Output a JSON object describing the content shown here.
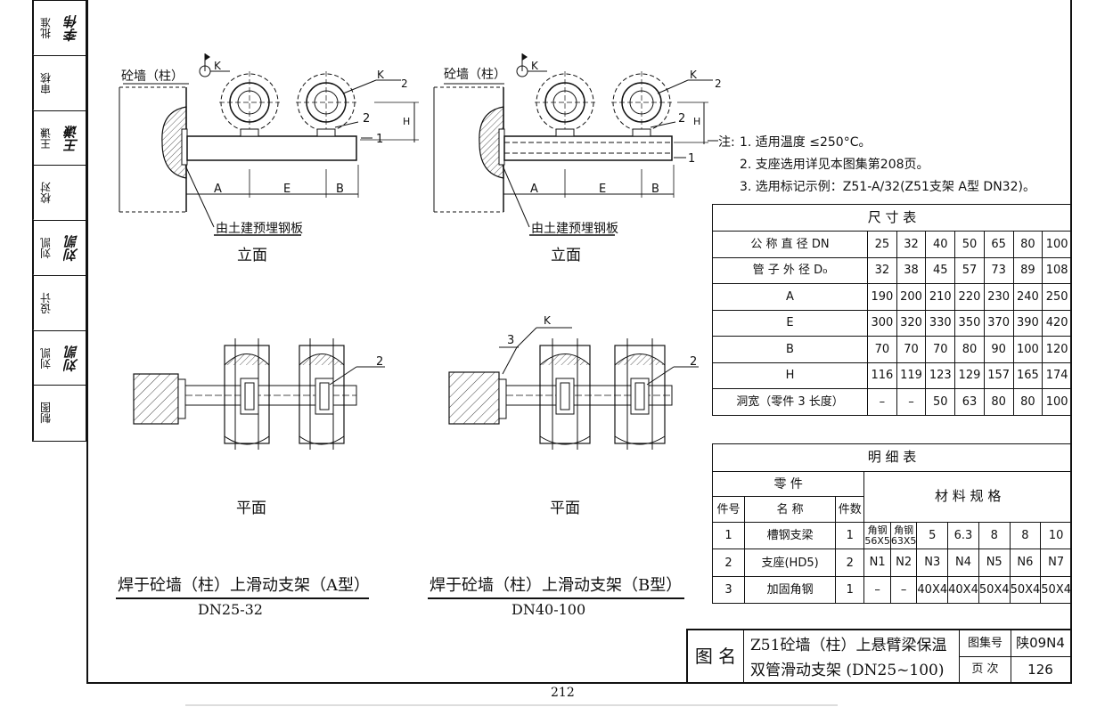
{
  "side_block": {
    "rows": [
      {
        "role": "批准",
        "name": "李伟",
        "signature": true
      },
      {
        "role": "审核",
        "name": "",
        "signature": false
      },
      {
        "role": "王谦",
        "name": "王谦",
        "signature": true
      },
      {
        "role": "校对",
        "name": "",
        "signature": false
      },
      {
        "role": "刘凯",
        "name": "刘凯",
        "signature": true
      },
      {
        "role": "设计",
        "name": "",
        "signature": false
      },
      {
        "role": "刘凯",
        "name": "刘凯",
        "signature": true
      },
      {
        "role": "制图",
        "name": "",
        "signature": false
      }
    ]
  },
  "drawing_a": {
    "wall_label": "砼墙（柱）",
    "mark_k": "K",
    "mark_2": "2",
    "part_1": "1",
    "part_2": "2",
    "dim_a": "A",
    "dim_e": "E",
    "dim_b": "B",
    "dim_h": "H",
    "embed_plate": "由土建预埋钢板",
    "elevation": "立面",
    "plan": "平面",
    "title": "焊于砼墙（柱）上滑动支架（A型）",
    "range": "DN25-32"
  },
  "drawing_b": {
    "wall_label": "砼墙（柱）",
    "mark_k": "K",
    "mark_2": "2",
    "part_1": "1",
    "part_2": "2",
    "part_3": "3",
    "dim_a": "A",
    "dim_e": "E",
    "dim_b": "B",
    "dim_h": "H",
    "embed_plate": "由土建预埋钢板",
    "elevation": "立面",
    "plan": "平面",
    "title": "焊于砼墙（柱）上滑动支架（B型）",
    "range": "DN40-100"
  },
  "notes": {
    "heading": "注:",
    "items": [
      "1. 适用温度 ≤250°C。",
      "2. 支座选用详见本图集第208页。",
      "3. 选用标记示例：Z51-A/32(Z51支架 A型 DN32)。"
    ]
  },
  "dimension_table": {
    "title": "尺  寸  表",
    "rows": [
      {
        "label": "公 称 直 径 DN",
        "values": [
          "25",
          "32",
          "40",
          "50",
          "65",
          "80",
          "100"
        ]
      },
      {
        "label": "管 子 外 径 D₀",
        "values": [
          "32",
          "38",
          "45",
          "57",
          "73",
          "89",
          "108"
        ]
      },
      {
        "label": "A",
        "values": [
          "190",
          "200",
          "210",
          "220",
          "230",
          "240",
          "250"
        ]
      },
      {
        "label": "E",
        "values": [
          "300",
          "320",
          "330",
          "350",
          "370",
          "390",
          "420"
        ]
      },
      {
        "label": "B",
        "values": [
          "70",
          "70",
          "70",
          "80",
          "90",
          "100",
          "120"
        ]
      },
      {
        "label": "H",
        "values": [
          "116",
          "119",
          "123",
          "129",
          "157",
          "165",
          "174"
        ]
      },
      {
        "label": "洞宽（零件 3 长度）",
        "values": [
          "–",
          "–",
          "50",
          "63",
          "80",
          "80",
          "100"
        ]
      }
    ]
  },
  "detail_table": {
    "title": "明    细    表",
    "parts_header": "零  件",
    "spec_header": "材  料  规  格",
    "col_no": "件号",
    "col_name": "名  称",
    "col_qty": "件数",
    "rows": [
      {
        "no": "1",
        "name": "槽钢支梁",
        "qty": "1",
        "specs": [
          "角钢 56X5",
          "角钢 63X5",
          "5",
          "6.3",
          "8",
          "8",
          "10"
        ]
      },
      {
        "no": "2",
        "name": "支座(HD5)",
        "qty": "2",
        "specs": [
          "N1",
          "N2",
          "N3",
          "N4",
          "N5",
          "N6",
          "N7"
        ]
      },
      {
        "no": "3",
        "name": "加固角钢",
        "qty": "1",
        "specs": [
          "–",
          "–",
          "40X4",
          "40X4",
          "50X4",
          "50X4",
          "50X4"
        ]
      }
    ]
  },
  "title_block": {
    "label": "图  名",
    "title_line1": "Z51砼墙（柱）上悬臂梁保温",
    "title_line2": "双管滑动支架  (DN25~100)",
    "atlas_label": "图集号",
    "atlas_no": "陕09N4",
    "page_label": "页  次",
    "page_no": "126"
  },
  "page_number": "212"
}
